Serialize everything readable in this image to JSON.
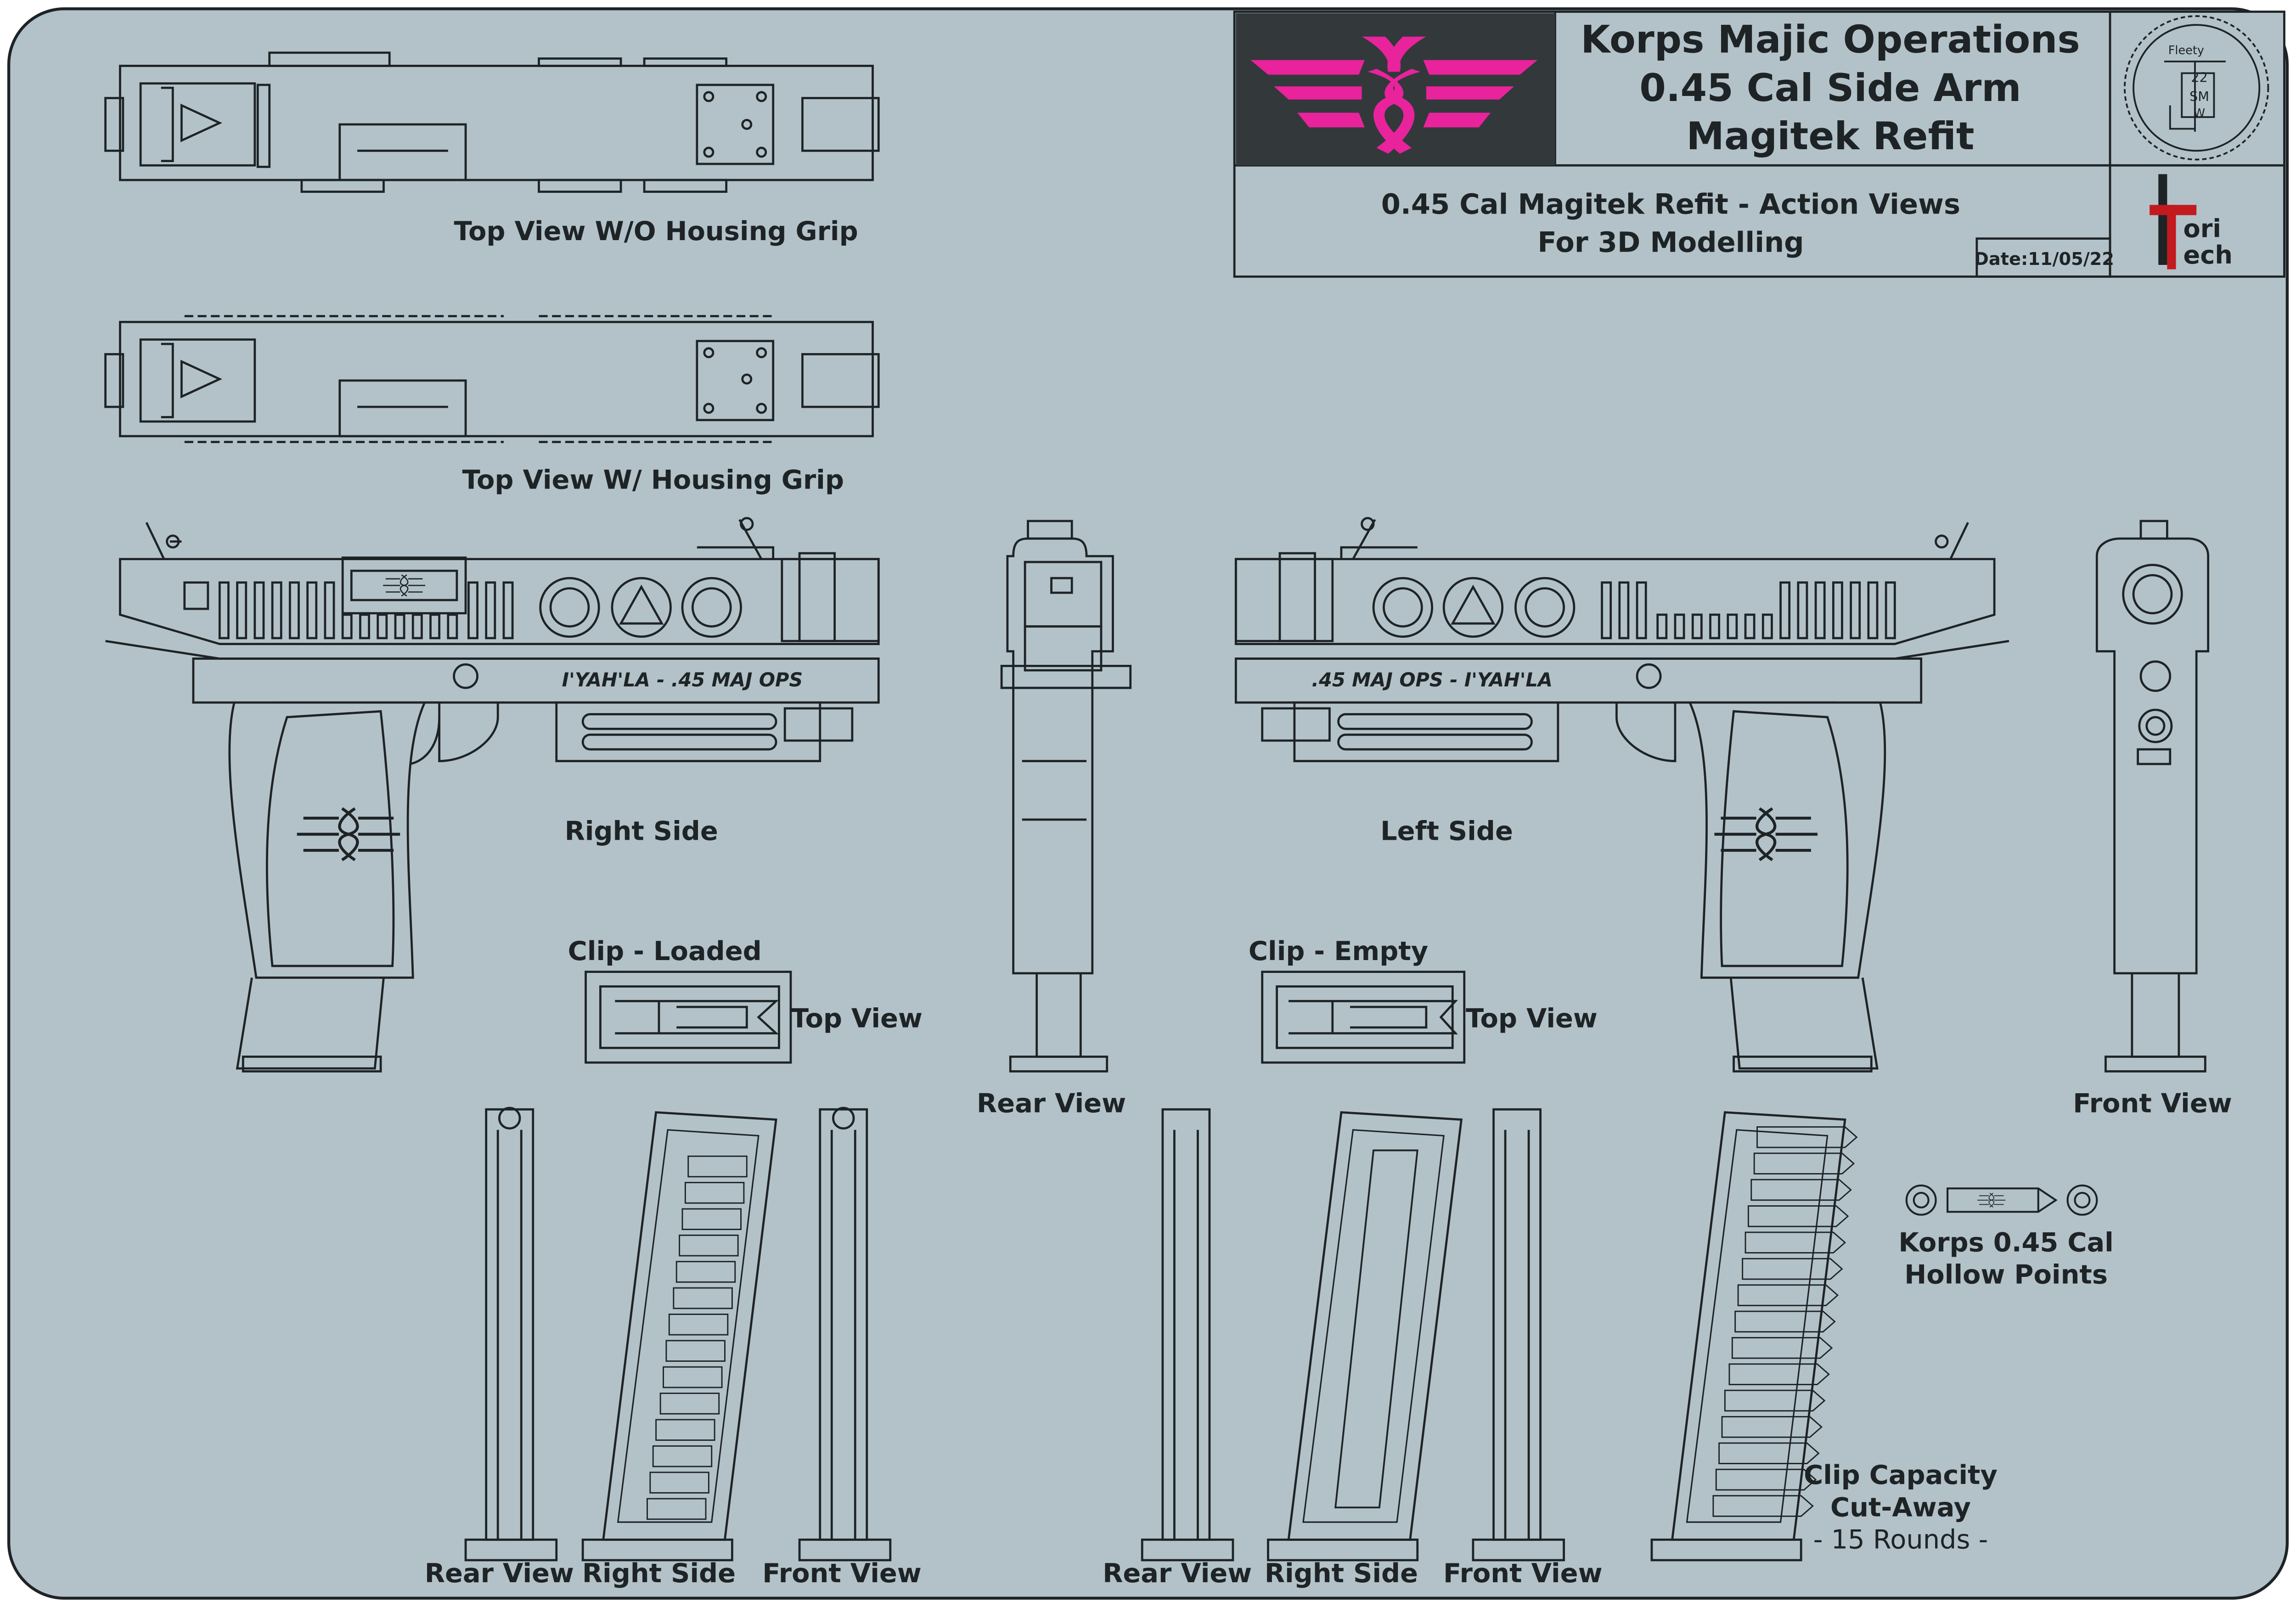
{
  "title_block": {
    "title_line_1": "Korps Majic Operations",
    "title_line_2": "0.45 Cal Side Arm",
    "title_line_3": "Magitek Refit",
    "subtitle_line_1": "0.45 Cal Magitek Refit - Action Views",
    "subtitle_line_2": "For 3D Modelling",
    "date": "Date:11/05/22",
    "seal_text": [
      "Fleety",
      "22",
      "SM",
      "W"
    ],
    "brand_letters": [
      "ori",
      "ech"
    ]
  },
  "slide_markings": {
    "right_side": "I'YAH'LA - .45 MAJ OPS",
    "left_side": ".45 MAJ OPS - I'YAH'LA"
  },
  "labels": {
    "top_view_without_grip": "Top View W/O Housing Grip",
    "top_view_with_grip": "Top View W/ Housing Grip",
    "right_side": "Right Side",
    "left_side": "Left Side",
    "rear_view": "Rear View",
    "front_view": "Front View",
    "clip_loaded": "Clip - Loaded",
    "clip_empty": "Clip - Empty",
    "clip_top_view": "Top View",
    "mag_loaded_rear": "Rear View",
    "mag_loaded_right": "Right Side",
    "mag_loaded_front": "Front View",
    "mag_empty_rear": "Rear View",
    "mag_empty_right": "Right Side",
    "mag_empty_front": "Front View",
    "ammo_line_1": "Korps 0.45 Cal",
    "ammo_line_2": "Hollow Points",
    "capacity_line_1": "Clip Capacity",
    "capacity_line_2": "Cut-Away",
    "capacity_line_3": "- 15 Rounds -"
  },
  "colors": {
    "background": "#b2c2c8",
    "line": "#1e2326",
    "logo_panel": "#33383b",
    "logo_accent": "#e8239c",
    "brand_red": "#c21a1f"
  }
}
